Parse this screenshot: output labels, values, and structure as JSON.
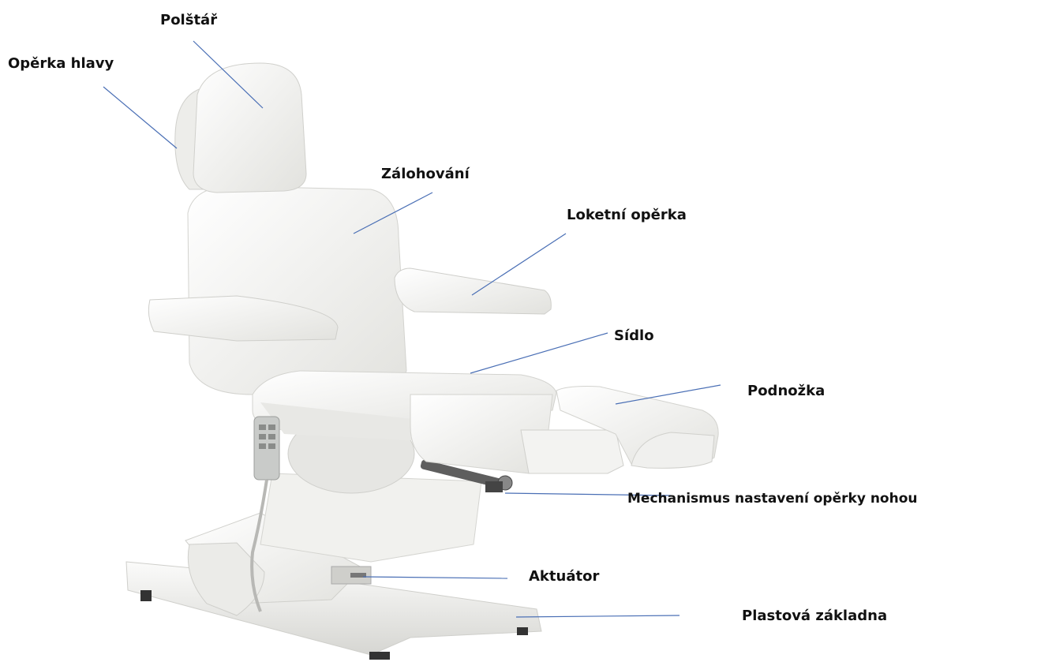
{
  "labels": {
    "polstar": "Polštář",
    "operka_hlavy": "Opěrka hlavy",
    "zalohovani": "Zálohování",
    "loketni_operka": "Loketní opěrka",
    "sidlo": "Sídlo",
    "podnozka": "Podnožka",
    "mechanismus": "Mechanismus nastavení opěrky nohou",
    "aktuator": "Aktuátor",
    "plastova_zakladna": "Plastová základna"
  },
  "colors": {
    "leader_line": "#4a6fb5",
    "chair_body": "#f4f4f2",
    "chair_shadow": "#dcdcd8",
    "remote": "#c9cbc9"
  }
}
